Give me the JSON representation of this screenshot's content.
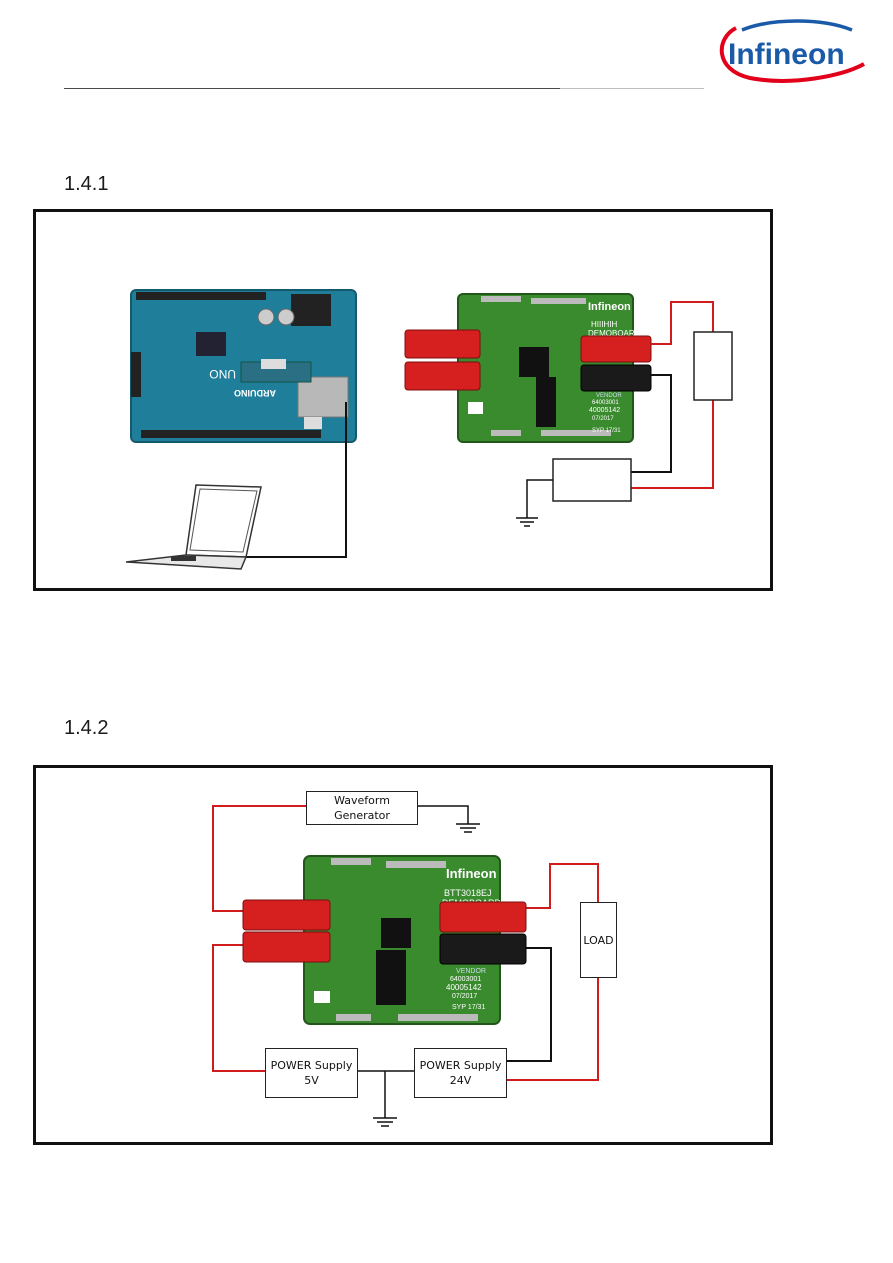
{
  "header": {
    "logo_text": "Infineon"
  },
  "section1": {
    "number": "1.4.1",
    "arduino_board": {
      "uno_label": "UNO",
      "brand_label": "ARDUINO"
    },
    "demo_board": {
      "logo_text": "Infineon",
      "title_line1": "HIIIHIH",
      "title_line2": "DEMOBOARD",
      "vendor": "VENDOR",
      "code1": "64003001",
      "code2": "40005142",
      "date": "07/2017",
      "syp": "SYP 17/31"
    }
  },
  "section2": {
    "number": "1.4.2",
    "waveform_generator": "Waveform Generator",
    "load": "LOAD",
    "supply_5v": {
      "line1": "POWER Supply",
      "line2": "5V"
    },
    "supply_24v": {
      "line1": "POWER Supply",
      "line2": "24V"
    },
    "demo_board": {
      "logo_text": "Infineon",
      "title_line1": "BTT3018EJ",
      "title_line2": "DEMOBOARD",
      "vendor": "VENDOR",
      "code1": "64003001",
      "code2": "40005142",
      "date": "07/2017",
      "syp": "SYP 17/31"
    }
  },
  "colors": {
    "pcb_green": "#3a8a2e",
    "arduino_blue": "#1f7f9a",
    "wire_red": "#d01c1c",
    "wire_black": "#111111",
    "logo_blue": "#1a5aa8",
    "logo_red": "#e2001a"
  }
}
